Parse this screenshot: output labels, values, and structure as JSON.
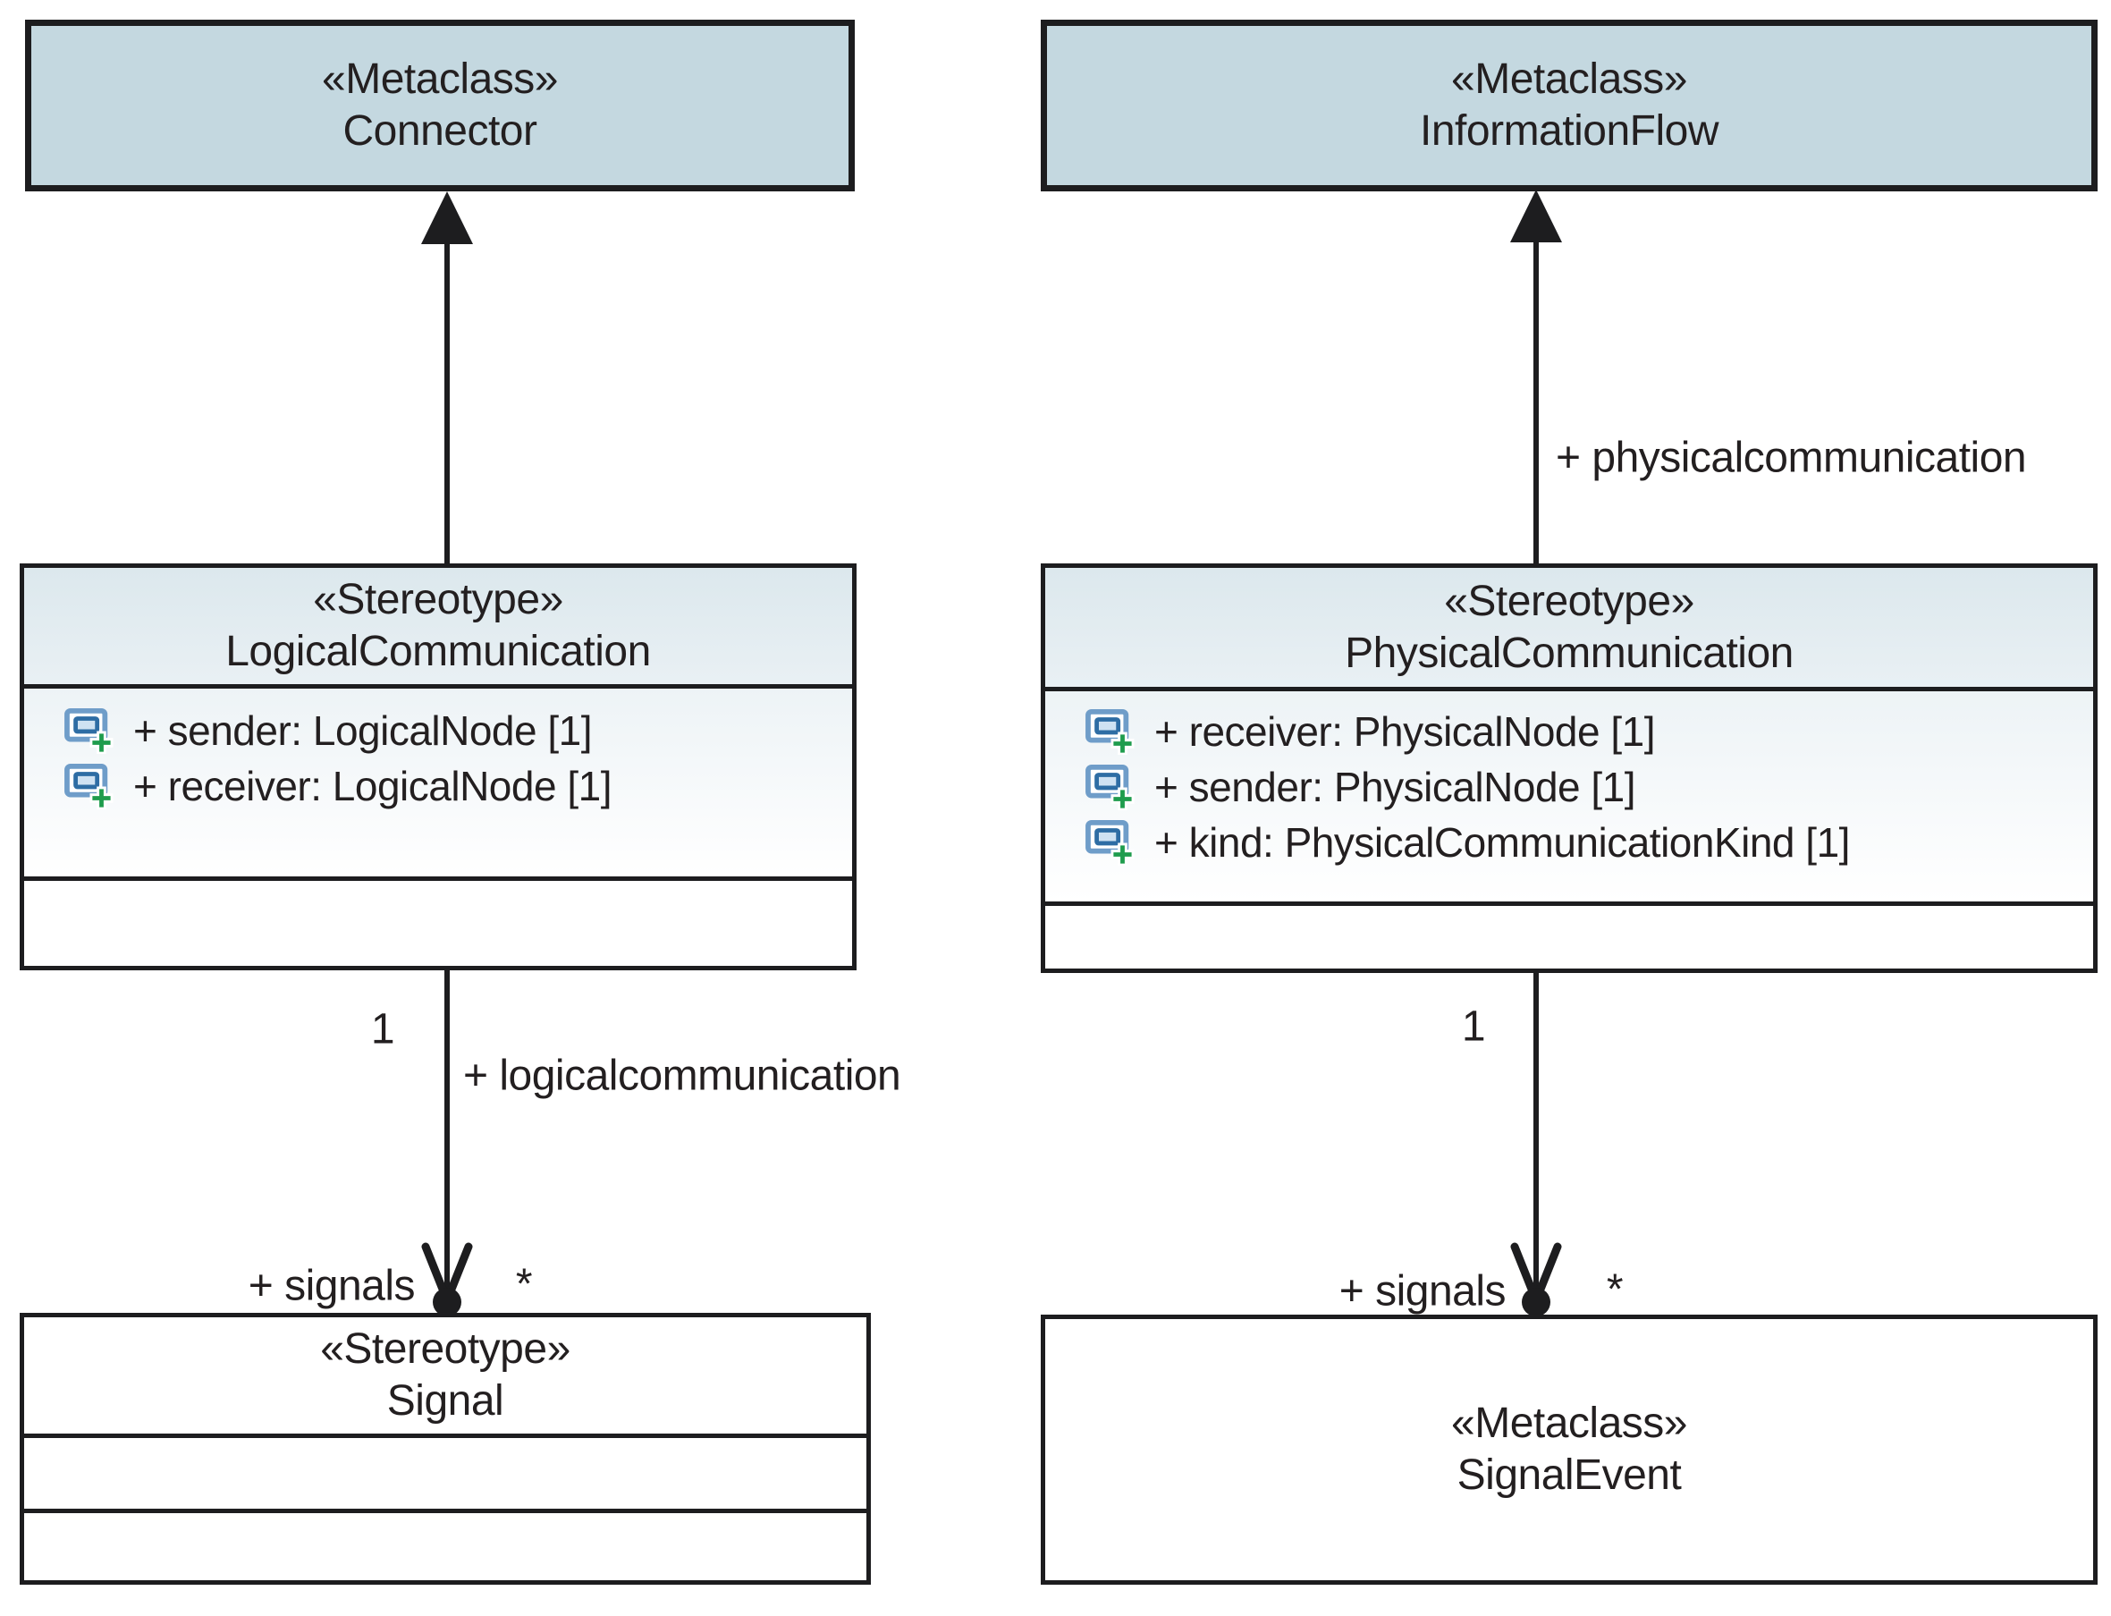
{
  "diagram": {
    "kind": "uml-profile-diagram",
    "nodes": {
      "connector": {
        "keyword": "«Metaclass»",
        "name": "Connector"
      },
      "information_flow": {
        "keyword": "«Metaclass»",
        "name": "InformationFlow"
      },
      "logical_communication": {
        "keyword": "«Stereotype»",
        "name": "LogicalCommunication",
        "attributes": [
          "+ sender: LogicalNode [1]",
          "+ receiver: LogicalNode [1]"
        ]
      },
      "physical_communication": {
        "keyword": "«Stereotype»",
        "name": "PhysicalCommunication",
        "attributes": [
          "+ receiver: PhysicalNode [1]",
          "+ sender: PhysicalNode [1]",
          "+ kind: PhysicalCommunicationKind [1]"
        ]
      },
      "signal": {
        "keyword": "«Stereotype»",
        "name": "Signal"
      },
      "signal_event": {
        "keyword": "«Metaclass»",
        "name": "SignalEvent"
      }
    },
    "edges": {
      "logical_extension": {
        "type": "extension",
        "from": "LogicalCommunication",
        "to": "Connector"
      },
      "physical_extension": {
        "type": "extension",
        "from": "PhysicalCommunication",
        "to": "InformationFlow",
        "end_label": "+ physicalcommunication"
      },
      "logical_signals_association": {
        "type": "association",
        "from": "LogicalCommunication",
        "to": "Signal",
        "source_multiplicity": "1",
        "source_end": "+ logicalcommunication",
        "target_end": "+ signals",
        "target_multiplicity": "*"
      },
      "physical_signals_association": {
        "type": "association",
        "from": "PhysicalCommunication",
        "to": "SignalEvent",
        "source_multiplicity": "1",
        "target_end": "+ signals",
        "target_multiplicity": "*"
      }
    },
    "colors": {
      "metaclass_fill": "#c4d8e0",
      "stereotype_header_top": "#dce8ed",
      "stereotype_header_bottom": "#e9f0f4",
      "attribute_fill_top": "#edf3f6",
      "border": "#1d1d1f",
      "icon_blue": "#2e6da4",
      "icon_green": "#1f9c4d"
    }
  }
}
